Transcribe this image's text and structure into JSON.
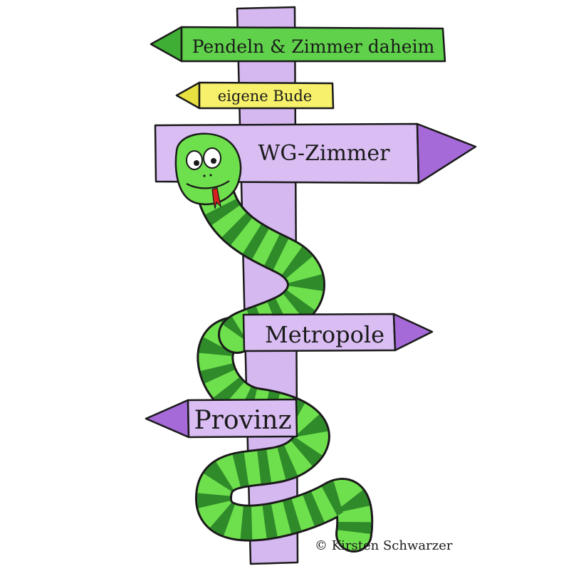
{
  "signs": {
    "pendeln": "Pendeln & Zimmer daheim",
    "eigene_bude": "eigene Bude",
    "wg_zimmer": "WG-Zimmer",
    "metropole": "Metropole",
    "provinz": "Provinz"
  },
  "credit": "© Kirsten Schwarzer",
  "colors": {
    "post": "#d6b8f0",
    "sign_green": "#5fd14a",
    "sign_yellow": "#f6f06a",
    "sign_lavender": "#d9bdf3",
    "arrow_tip_purple": "#a66ad8",
    "snake_light": "#6fe04d",
    "snake_dark": "#2f8a2a",
    "outline": "#1a1a1a"
  },
  "icons": [
    "snake-icon",
    "signpost-icon"
  ]
}
